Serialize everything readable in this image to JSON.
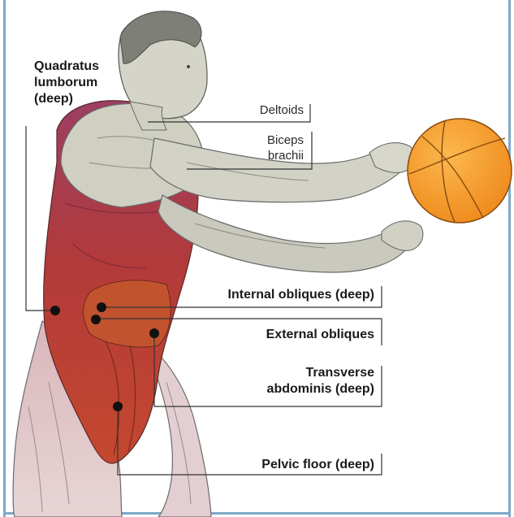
{
  "colors": {
    "frame": "#7fa8c9",
    "muscle_red": "#b8362a",
    "muscle_pink": "#a83a58",
    "skin": "#cfcfc2",
    "ball": "#f59a2a"
  },
  "labels": {
    "quadratus": [
      "Quadratus",
      "lumborum",
      "(deep)"
    ],
    "deltoids": "Deltoids",
    "biceps": [
      "Biceps",
      "brachii"
    ],
    "internal_obliques": "Internal obliques (deep)",
    "external_obliques": "External obliques",
    "transverse": [
      "Transverse",
      "abdominis (deep)"
    ],
    "pelvic_floor": "Pelvic floor (deep)"
  }
}
